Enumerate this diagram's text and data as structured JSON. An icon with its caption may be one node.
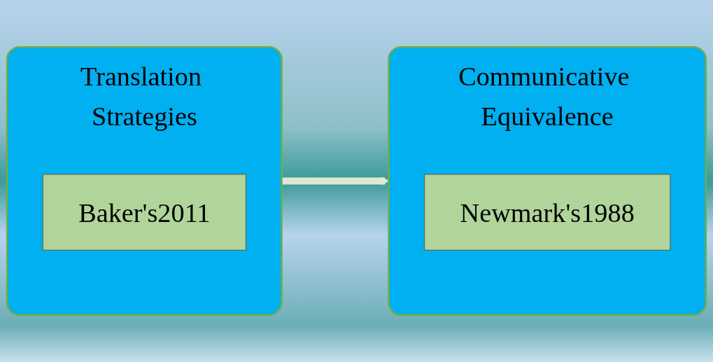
{
  "diagram": {
    "nodes": [
      {
        "text": [
          "Translation Strategies"
        ]
      },
      {
        "text": [
          "Baker's2011"
        ],
        "in": 0
      },
      {
        "text": [
          "Communicative Equivalence"
        ]
      },
      {
        "text": [
          "Newmark's1988"
        ],
        "in": 2
      }
    ],
    "edges": [
      {
        "from": 0,
        "to": 2,
        "arrow": "to",
        "color": "#dde9d3"
      }
    ]
  }
}
